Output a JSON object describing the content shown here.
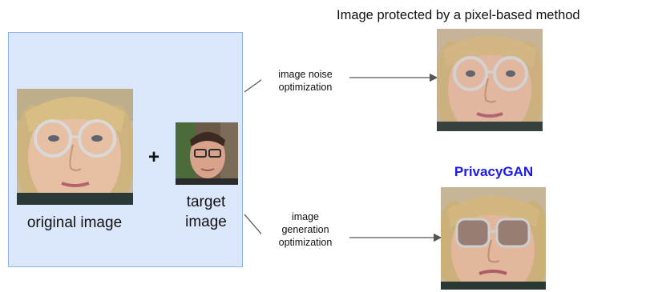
{
  "input_panel": {
    "original_label": "original image",
    "plus_sign": "+",
    "target_label_line1": "target",
    "target_label_line2": "image"
  },
  "edges": {
    "noise": {
      "line1": "image noise",
      "line2": "optimization"
    },
    "generation": {
      "line1": "image",
      "line2": "generation",
      "line3": "optimization"
    }
  },
  "outputs": {
    "pixel_title": "Image protected by a pixel-based method",
    "privacygan_title": "PrivacyGAN",
    "privacygan_color": "#1a1ae6"
  },
  "colors": {
    "panel_bg": "#dbe7fa",
    "panel_border": "#8fb3e6",
    "arrow": "#555555"
  }
}
